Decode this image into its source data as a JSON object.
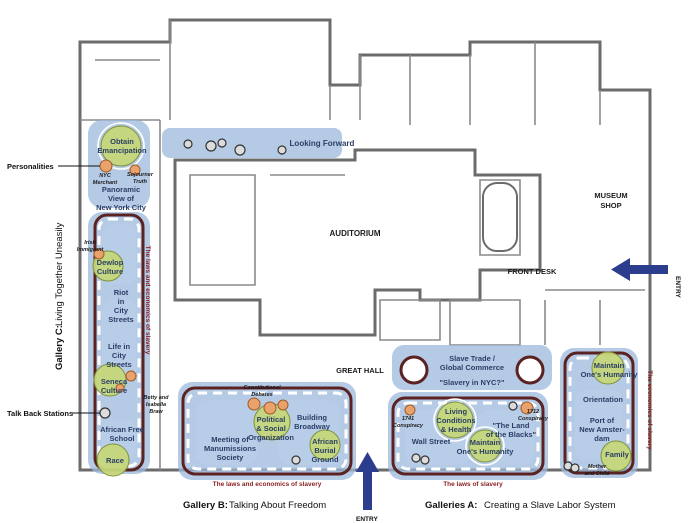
{
  "labels": {
    "auditorium": "AUDITORIUM",
    "museum_shop_line1": "MUSEUM",
    "museum_shop_line2": "SHOP",
    "front_desk": "FRONT DESK",
    "great_hall": "GREAT HALL",
    "looking_forward": "Looking Forward"
  },
  "exhibits": {
    "gallery_c": {
      "obtain_emancipation_1": "Obtain",
      "obtain_emancipation_2": "Emancipation",
      "nyc_merchant_1": "NYC",
      "nyc_merchant_2": "Merchant",
      "sojourner_1": "Sojourner",
      "sojourner_2": "Truth",
      "panoramic_1": "Panoramic",
      "panoramic_2": "View of",
      "panoramic_3": "New York City",
      "irish_1": "Irish",
      "irish_2": "Immigrant",
      "dewlop_1": "Dewlop",
      "dewlop_2": "Culture",
      "riot_1": "Riot",
      "riot_2": "in",
      "riot_3": "City",
      "riot_4": "Streets",
      "life_1": "Life in",
      "life_2": "City",
      "life_3": "Streets",
      "life_4": "",
      "seneca_1": "Seneca",
      "seneca_2": "Culture",
      "betty_1": "Betty and",
      "betty_2": "Isabella",
      "betty_3": "Braw",
      "african_free_1": "African Free",
      "african_free_2": "School",
      "race": "Race"
    },
    "gallery_b": {
      "constitutional_1": "Constitutional",
      "constitutional_2": "Debates",
      "manumissions_1": "Meeting of",
      "manumissions_2": "Manumissions",
      "manumissions_3": "Society",
      "political_1": "Political",
      "political_2": "& Social",
      "political_3": "Organization",
      "broadway_1": "Building",
      "broadway_2": "Broadway",
      "burial_1": "African",
      "burial_2": "Burial",
      "burial_3": "Ground"
    },
    "galleries_a": {
      "slave_trade_1": "Slave Trade /",
      "slave_trade_2": "Global Commerce",
      "slavery_nyc": "\"Slavery in NYC?\"",
      "conspiracy_1741_1": "1741",
      "conspiracy_1741_2": "Conspiracy",
      "wall_street": "Wall Street",
      "living_1": "Living",
      "living_2": "Conditions",
      "living_3": "& Health",
      "land_1": "\"The Land",
      "land_2": "of the Blacks\"",
      "conspiracy_1712_1": "1712",
      "conspiracy_1712_2": "Conspiracy",
      "maintain_1": "Maintain",
      "maintain_2": "One's Humanity",
      "maintain_b_1": "Maintain",
      "maintain_b_2": "One's Humanity",
      "orientation": "Orientation",
      "port_1": "Port of",
      "port_2": "New Amster-",
      "port_3": "dam",
      "family": "Family",
      "mother_1": "Mother",
      "mother_2": "and Child"
    }
  },
  "themes": {
    "laws_economics": "The laws and economics of slavery",
    "laws_slavery": "The laws of slavery",
    "laws_economics_c": "The laws and economics of slavery",
    "economics_slavery": "The economics of slavery"
  },
  "galleries": {
    "a": {
      "name": "Galleries A:",
      "subtitle": "Creating a Slave Labor System"
    },
    "b": {
      "name": "Gallery B:",
      "subtitle": "Talking About Freedom"
    },
    "c": {
      "name": "Gallery C:",
      "subtitle": "Living Together Uneasily"
    }
  },
  "legend": {
    "personalities": "Personalities",
    "talk_back": "Talk Back Stations"
  },
  "entries": {
    "east": "ENTRY",
    "south": "ENTRY"
  },
  "colors": {
    "gallery_zone": "#9bb8dc",
    "exhibit_marker": "#c5d77a",
    "personality_marker": "#e9a26b",
    "entry_arrow": "#2c3d8e",
    "theme_text": "#8a1f1f"
  }
}
